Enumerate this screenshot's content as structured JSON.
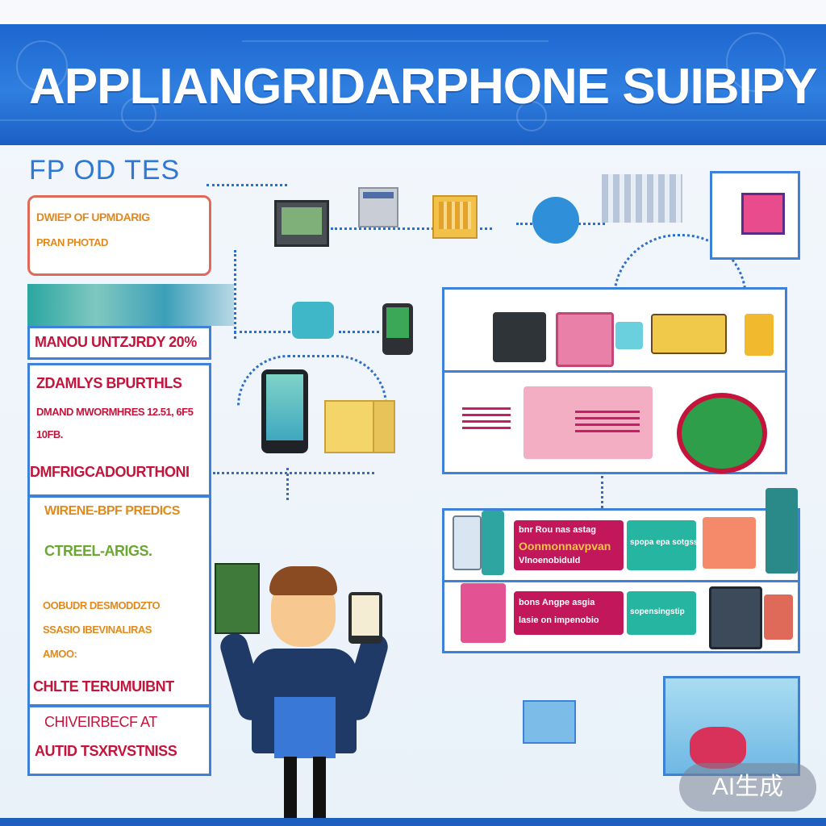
{
  "banner": {
    "title": "APPLIANGRIDARPHONE SUIBIPY"
  },
  "left": {
    "header": "FP OD TES",
    "card1_line1": "DWIEP OF UPMDARIG",
    "card1_line2": "PRAN PHOTAD",
    "strip_title": "MANOU UNTZJRDY 20%",
    "block2_line1": "ZDAMLYS BPURTHLS",
    "block2_line2": "DMAND MWORMHRES 12.51, 6F5",
    "block2_line3": "10FB.",
    "block2_title": "DMFRIGCADOURTHONI",
    "block3_line1": "WIRENE-BPF PREDICS",
    "block3_line2": "CTREEL-ARIGS.",
    "block3_line3": "OOBUDR DESMODDZTO",
    "block3_line4": "SSASIO IBEVINALIRAS",
    "block3_line5": "AMOO:",
    "block3_title": "CHLTE TERUMUIBNT",
    "block4_line1": "CHIVEIRBECF AT",
    "block4_line2": "AUTID TSXRVSTNISS"
  },
  "right_rows": [
    {
      "a": "bnr Rou nas astag",
      "b": "Oonmonnavpvan",
      "c": "Vlnoenobiduld",
      "d": "spopa epa sotgss"
    },
    {
      "a": "bons Angpe asgia",
      "b": "lasie on impenobio",
      "c": "sopensingstip",
      "d": ""
    }
  ],
  "watermark": "AI生成",
  "colors": {
    "banner": "#1f6bd3",
    "accent_red": "#c4143c",
    "accent_orange": "#e08a1e",
    "accent_blue": "#3d82d8",
    "accent_pink": "#c81e6a",
    "accent_teal": "#1cb5a0"
  }
}
